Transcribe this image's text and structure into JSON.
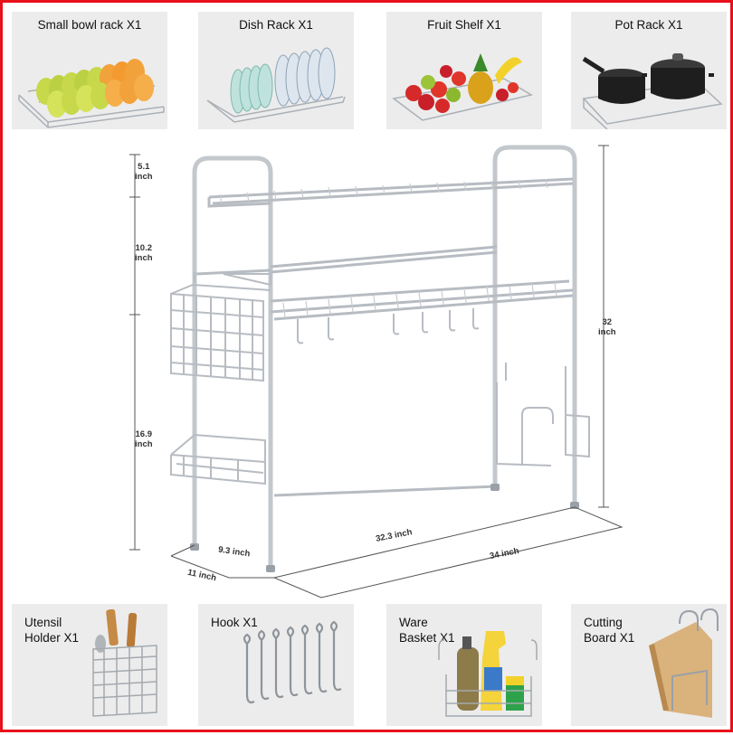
{
  "top_panels": [
    {
      "label": "Small bowl rack X1",
      "icon": "bowl-rack-icon"
    },
    {
      "label": "Dish Rack X1",
      "icon": "dish-rack-icon"
    },
    {
      "label": "Fruit Shelf X1",
      "icon": "fruit-shelf-icon"
    },
    {
      "label": "Pot Rack X1",
      "icon": "pot-rack-icon"
    }
  ],
  "bottom_panels": [
    {
      "label_line1": "Utensil",
      "label_line2": "Holder X1",
      "icon": "utensil-holder-icon"
    },
    {
      "label_line1": "Hook X1",
      "label_line2": "",
      "icon": "hook-icon"
    },
    {
      "label_line1": "Ware",
      "label_line2": "Basket X1",
      "icon": "ware-basket-icon"
    },
    {
      "label_line1": "Cutting",
      "label_line2": "Board X1",
      "icon": "cutting-board-icon"
    }
  ],
  "dimensions": {
    "d1_value": "5.1",
    "d1_unit": "inch",
    "d2_value": "10.2",
    "d2_unit": "inch",
    "d3_value": "16.9",
    "d3_unit": "inch",
    "height_value": "32",
    "height_unit": "inch",
    "inner_width": "32.3 inch",
    "outer_width": "34 inch",
    "inner_depth": "9.3 inch",
    "outer_depth": "11 inch"
  },
  "colors": {
    "border": "#e8101a",
    "panel_bg": "#ececec",
    "steel": "#c9cdd2",
    "steel_dark": "#9aa0a7"
  }
}
